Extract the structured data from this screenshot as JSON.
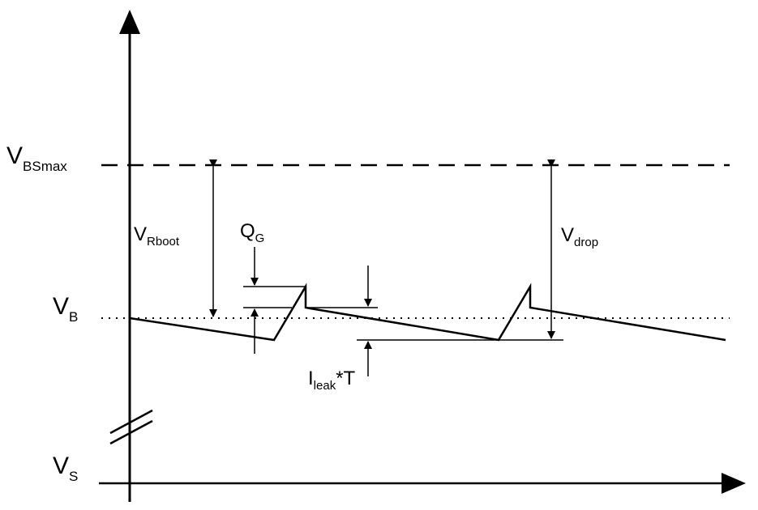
{
  "labels": {
    "vbsmax": {
      "main": "V",
      "sub": "BSmax"
    },
    "vb": {
      "main": "V",
      "sub": "B"
    },
    "vs": {
      "main": "V",
      "sub": "S"
    },
    "vrboot": {
      "main": "V",
      "sub": "Rboot"
    },
    "vdrop": {
      "main": "V",
      "sub": "drop"
    },
    "qg": {
      "main": "Q",
      "sub": "G"
    },
    "ileak": {
      "main": "I",
      "sub": "leak",
      "suffix": "*T"
    }
  },
  "colors": {
    "stroke": "#000000",
    "background": "#ffffff"
  }
}
